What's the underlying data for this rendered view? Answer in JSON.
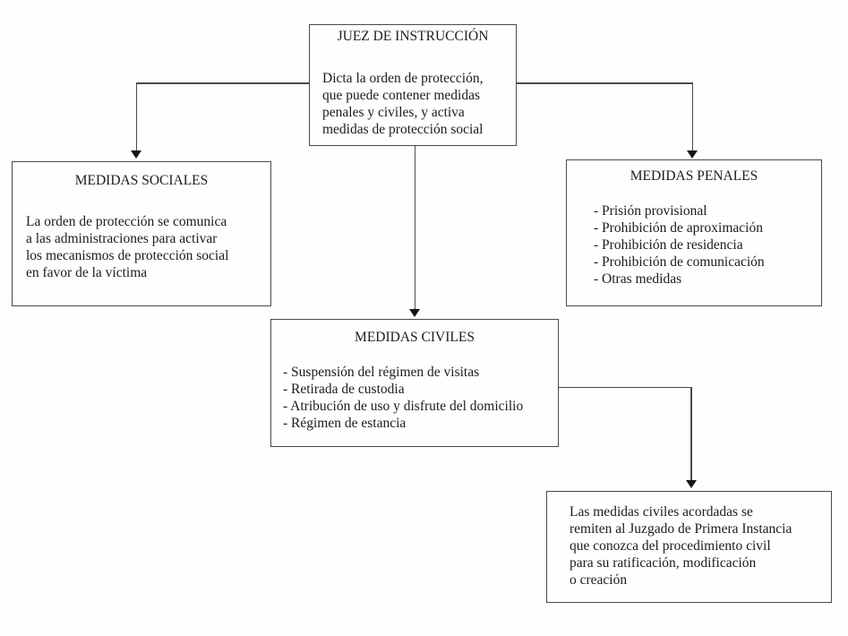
{
  "diagram": {
    "title_node": "JUEZ DE INSTRUCCIÓN",
    "background_color": "#fefefe",
    "line_color": "#4a4a4a",
    "arrow_color": "#141414",
    "text_color": "#1c1c1c"
  },
  "boxes": {
    "juez": {
      "title": "JUEZ DE INSTRUCCIÓN",
      "body": "Dicta la orden de protección,\nque puede contener medidas\npenales y civiles, y activa\nmedidas de protección social"
    },
    "sociales": {
      "title": "MEDIDAS SOCIALES",
      "body": "La orden de protección se comunica\na las administraciones para activar\nlos mecanismos de protección social\nen favor de la víctima"
    },
    "penales": {
      "title": "MEDIDAS PENALES",
      "items": [
        "- Prisión provisional",
        "- Prohibición de aproximación",
        "- Prohibición de residencia",
        "- Prohibición de comunicación",
        "- Otras medidas"
      ]
    },
    "civiles": {
      "title": "MEDIDAS CIVILES",
      "items": [
        "- Suspensión del régimen de visitas",
        "- Retirada de custodia",
        "- Atribución de uso y disfrute del domicilio",
        "- Régimen de estancia"
      ]
    },
    "remision": {
      "body": "Las medidas civiles acordadas se\nremiten al Juzgado de Primera Instancia\nque conozca del procedimiento civil\npara su ratificación, modificación\no creación"
    }
  }
}
